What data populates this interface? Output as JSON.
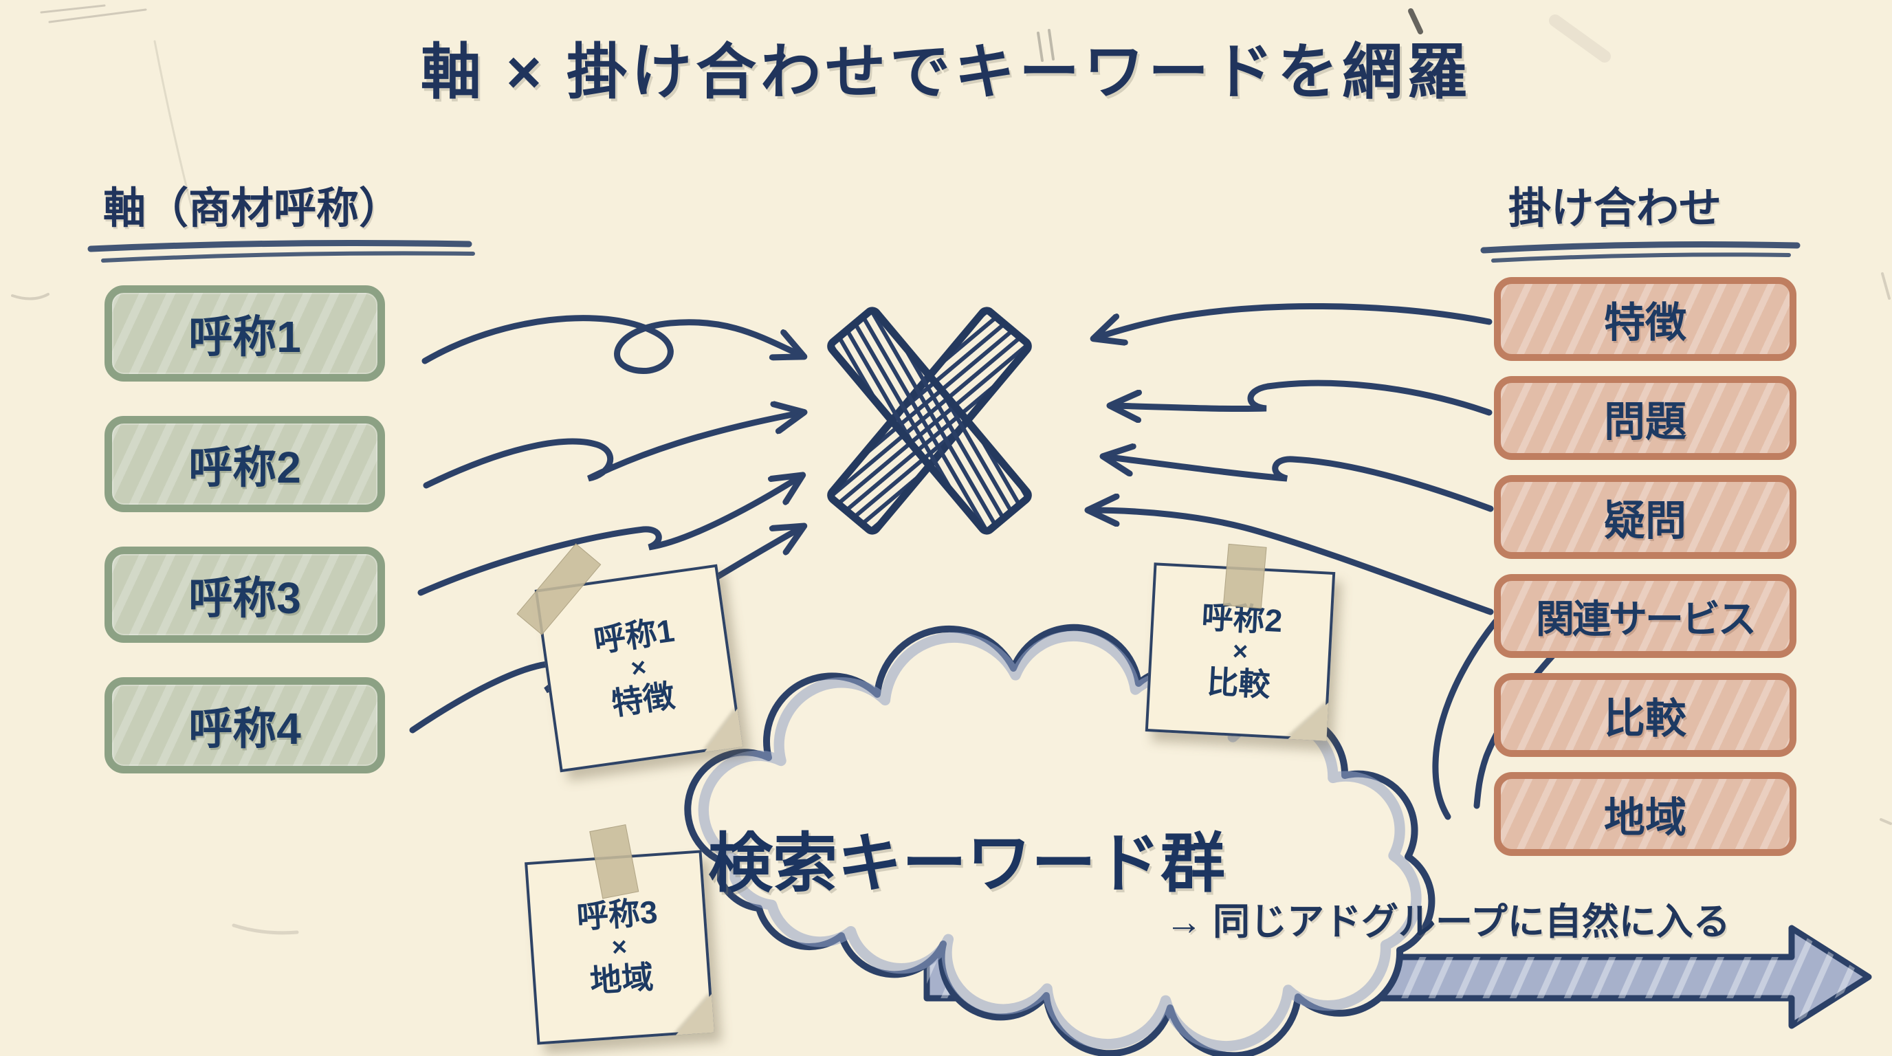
{
  "title": "軸 × 掛け合わせでキーワードを網羅",
  "left_column": {
    "header": "軸（商材呼称）",
    "items": [
      "呼称1",
      "呼称2",
      "呼称3",
      "呼称4"
    ]
  },
  "right_column": {
    "header": "掛け合わせ",
    "items": [
      "特徴",
      "問題",
      "疑問",
      "関連サービス",
      "比較",
      "地域"
    ]
  },
  "center_multiply_symbol": "×",
  "cloud": {
    "label": "検索キーワード群"
  },
  "sticky_notes": [
    {
      "line1": "呼称1",
      "operator": "×",
      "line2": "特徴"
    },
    {
      "line1": "呼称2",
      "operator": "×",
      "line2": "比較"
    },
    {
      "line1": "呼称3",
      "operator": "×",
      "line2": "地域"
    }
  ],
  "bottom": {
    "annotation": "→ 同じアドグループに自然に入る"
  },
  "colors": {
    "background": "#f7f0dc",
    "ink_navy": "#20345c",
    "axis_box_fill": "#c7ceb8",
    "axis_box_border": "#8ca184",
    "combo_box_fill": "#e2bda8",
    "combo_box_border": "#bf7e60",
    "flow_arrow_fill": "#a7b1cb",
    "note_fill": "#f9f1db",
    "tape_fill": "#c7bb9a"
  }
}
